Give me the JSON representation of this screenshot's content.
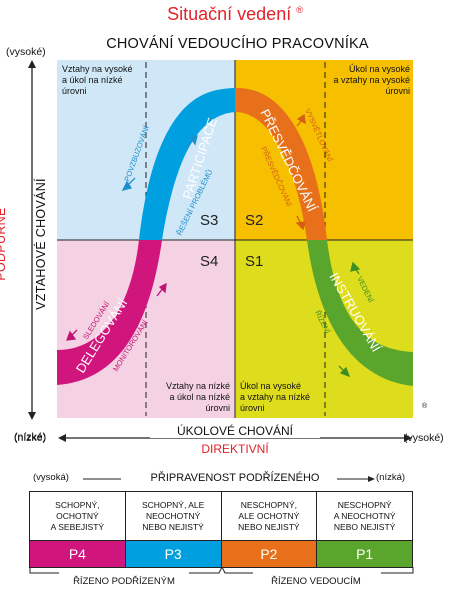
{
  "header": {
    "title": "Situační vedení",
    "title_mark": "®"
  },
  "diagram": {
    "heading": "CHOVÁNÍ VEDOUCÍHO PRACOVNÍKA",
    "y_axis": {
      "top_label": "(vysoké)",
      "bottom_label": "(nízké)",
      "label_line1": "VZTAHOVÉ CHOVÁNÍ",
      "label_line2": "PODPŮRNÉ"
    },
    "x_axis": {
      "left_label": "(nízké)",
      "right_label": "(vysoké)",
      "label_line1": "ÚKOLOVÉ CHOVÁNÍ",
      "label_line2": "DIREKTIVNÍ"
    },
    "colors": {
      "s1": "#dedd1d",
      "s2": "#f6c000",
      "s3": "#cfe7f6",
      "s4": "#f4d2e3",
      "p1": "#5aa52c",
      "p2": "#e8701a",
      "p3": "#00a0e0",
      "p4": "#d0157d"
    },
    "quadrants": {
      "s3": {
        "code": "S3",
        "note_lines": [
          "Vztahy na vysoké",
          "a úkol na nízké",
          "úrovni"
        ]
      },
      "s2": {
        "code": "S2",
        "note_lines": [
          "Úkol na vysoké",
          "a vztahy na vysoké",
          "úrovni"
        ]
      },
      "s4": {
        "code": "S4",
        "note_lines": [
          "Vztahy na nízké",
          "a úkol na nízké",
          "úrovni"
        ]
      },
      "s1": {
        "code": "S1",
        "note_lines": [
          "Úkol na vysoké",
          "a vztahy na nízké",
          "úrovni"
        ]
      }
    },
    "curve_labels": {
      "participace": "PARTICIPACE",
      "presvedcovani": "PŘESVĚDČOVÁNÍ",
      "instruovani": "INSTRUOVÁNÍ",
      "delegovani": "DELEGOVÁNÍ",
      "povzbuzovani": "POVZBUZOVÁNÍ",
      "reseni_problemu": "ŘEŠENÍ PROBLÉMŮ",
      "vysvetlovani": "VYSVĚTLOVÁNÍ",
      "presvedcovani_small": "PŘESVĚDČOVÁNÍ",
      "vedeni": "VEDENÍ",
      "rizeni": "ŘÍZENÍ",
      "sledovani": "SLEDOVÁNÍ",
      "monitorovani": "MONITOROVÁNÍ"
    },
    "side_mark": "®"
  },
  "readiness": {
    "left_label": "(vysoká)",
    "title": "PŘIPRAVENOST PODŘÍZENÉHO",
    "right_label": "(nízká)",
    "levels": [
      {
        "code": "P4",
        "desc_lines": [
          "SCHOPNÝ,",
          "OCHOTNÝ",
          "A SEBEJISTÝ"
        ]
      },
      {
        "code": "P3",
        "desc_lines": [
          "SCHOPNÝ, ALE",
          "NEOCHOTNÝ",
          "NEBO NEJISTÝ"
        ]
      },
      {
        "code": "P2",
        "desc_lines": [
          "NESCHOPNÝ,",
          "ALE OCHOTNÝ",
          "NEBO NEJISTÝ"
        ]
      },
      {
        "code": "P1",
        "desc_lines": [
          "NESCHOPNÝ",
          "A NEOCHOTNÝ",
          "NEBO NEJISTÝ"
        ]
      }
    ],
    "bottom_left": "ŘÍZENO PODŘÍZENÝM",
    "bottom_right": "ŘÍZENO VEDOUCÍM"
  }
}
